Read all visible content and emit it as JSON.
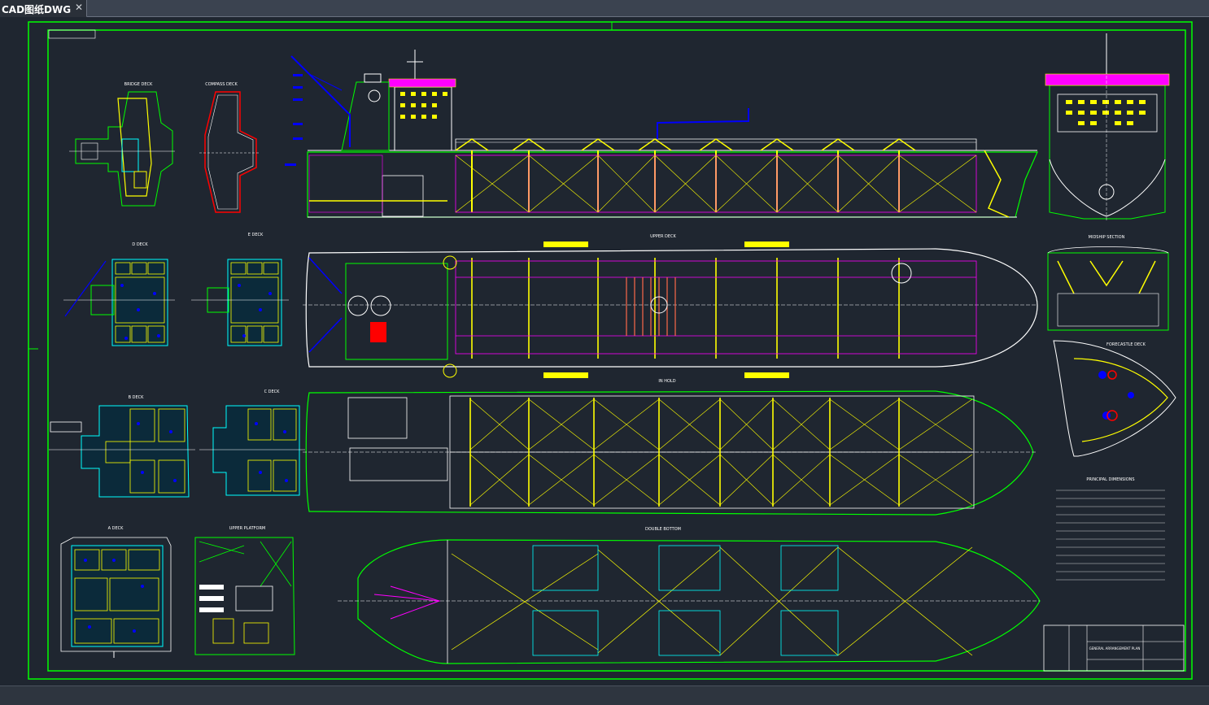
{
  "tab": {
    "title": "CAD图纸DWG",
    "close_glyph": "✕"
  },
  "drawing": {
    "labels": {
      "bridge_deck": "BRIDGE DECK",
      "compass_deck": "COMPASS DECK",
      "d_deck": "D DECK",
      "e_deck": "E DECK",
      "b_deck": "B DECK",
      "c_deck": "C DECK",
      "a_deck": "A DECK",
      "upper_platform": "UPPER PLATFORM",
      "upper_deck": "UPPER DECK",
      "in_hold": "IN HOLD",
      "double_bottom": "DOUBLE BOTTOM",
      "midship_section": "MIDSHIP SECTION",
      "forecastle_deck": "FORECASTLE DECK",
      "principal_dimensions": "PRINCIPAL DIMENSIONS",
      "general_arrangement_plan": "GENERAL ARRANGEMENT PLAN"
    },
    "colors": {
      "background": "#1f2630",
      "frame": "#00ff00",
      "hull": "#00ff00",
      "structure": "#ffff00",
      "cabin": "#00ffff",
      "pipe": "#ff00ff",
      "deck": "#ffffff",
      "annotation": "#0000ff",
      "red": "#ff0000"
    }
  }
}
